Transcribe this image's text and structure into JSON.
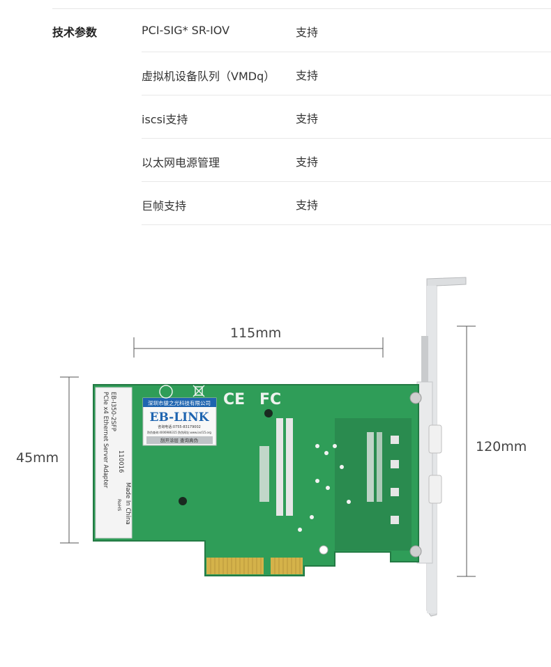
{
  "spec": {
    "section_label": "技术参数",
    "rows": [
      {
        "name": "PCI-SIG* SR-IOV",
        "value": "支持"
      },
      {
        "name": "虚拟机设备队列（VMDq）",
        "value": "支持"
      },
      {
        "name": "iscsi支持",
        "value": "支持"
      },
      {
        "name": "以太网电源管理",
        "value": "支持"
      },
      {
        "name": "巨帧支持",
        "value": "支持"
      }
    ]
  },
  "figure": {
    "width_label": "115mm",
    "height_label": "45mm",
    "bracket_label": "120mm",
    "brand": "EB-LINK",
    "company": "深圳市骏之光科技有限公司",
    "sticker_line1": "咨询电话:0755-83179002",
    "sticker_line2": "防伪查询:4006986315 防伪网址:www.iacl15.org",
    "sticker_line3": "刮开涂层  查询真伪",
    "side_label_1": "PCIe x4 Ethernet Server Adapter",
    "side_label_2": "EB-I350-2SFP",
    "side_label_3": "110016",
    "side_label_4": "Made In China",
    "rohs": "RoHS",
    "ce_mark": "CE",
    "fc_mark": "FC"
  },
  "colors": {
    "pcb": "#2f9d58",
    "pcb_dark": "#237a44",
    "gold": "#d4b24a",
    "bracket": "#d7d9db"
  }
}
